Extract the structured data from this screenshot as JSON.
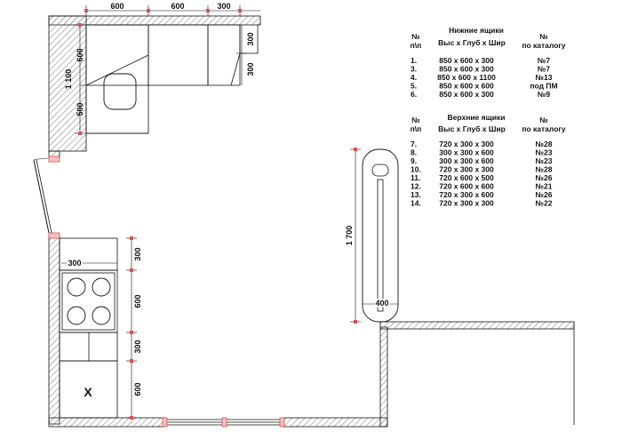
{
  "dimensions": {
    "top_600_a": "600",
    "top_600_b": "600",
    "top_300": "300",
    "left_1100": "1 100",
    "left_600": "600",
    "left_500": "500",
    "right_300_a": "300",
    "right_300_b": "300",
    "bottom_300_h": "300",
    "bottom_300_v1": "300",
    "bottom_600_v": "600",
    "bottom_300_v2": "300",
    "bottom_600_v2": "600",
    "tall_1700": "1 700",
    "tall_400": "400"
  },
  "sink_mark": "X",
  "lower_table": {
    "num_header": [
      "№",
      "п\\п"
    ],
    "title": "Нижние ящики",
    "size_header": "Выс х Глуб х Шир",
    "cat_header": [
      "№",
      "по каталогу"
    ],
    "rows": [
      {
        "n": "1.",
        "size": "850 х 600 х 300",
        "cat": "№7"
      },
      {
        "n": "3.",
        "size": "850 х 600 х 300",
        "cat": "№7"
      },
      {
        "n": "4.",
        "size": "850 х 600 х 1100",
        "cat": "№13"
      },
      {
        "n": "5.",
        "size": "850 х 600 х 600",
        "cat": "под ПМ"
      },
      {
        "n": "6.",
        "size": "850 х 600 х 300",
        "cat": "№9"
      }
    ]
  },
  "upper_table": {
    "num_header": [
      "№",
      "п\\п"
    ],
    "title": "Верхние ящики",
    "size_header": "Выс х Глуб х Шир",
    "cat_header": [
      "№",
      "по каталогу"
    ],
    "rows": [
      {
        "n": "7.",
        "size": "720 х 300 х 300",
        "cat": "№28"
      },
      {
        "n": "8.",
        "size": "300 х 300 х 600",
        "cat": "№23"
      },
      {
        "n": "9.",
        "size": "300 х 300 х 600",
        "cat": "№23"
      },
      {
        "n": "10.",
        "size": "720 х 300 х 300",
        "cat": "№28"
      },
      {
        "n": "11.",
        "size": "720 х 600 х 500",
        "cat": "№26"
      },
      {
        "n": "12.",
        "size": "720 х 600 х 600",
        "cat": "№21"
      },
      {
        "n": "13.",
        "size": "720 х 300 х 600",
        "cat": "№26"
      },
      {
        "n": "14.",
        "size": "720 х 300 х 300",
        "cat": "№22"
      }
    ]
  },
  "colors": {
    "wall_hatch": "#777777",
    "line": "#111111",
    "accent": "#d9534f"
  }
}
